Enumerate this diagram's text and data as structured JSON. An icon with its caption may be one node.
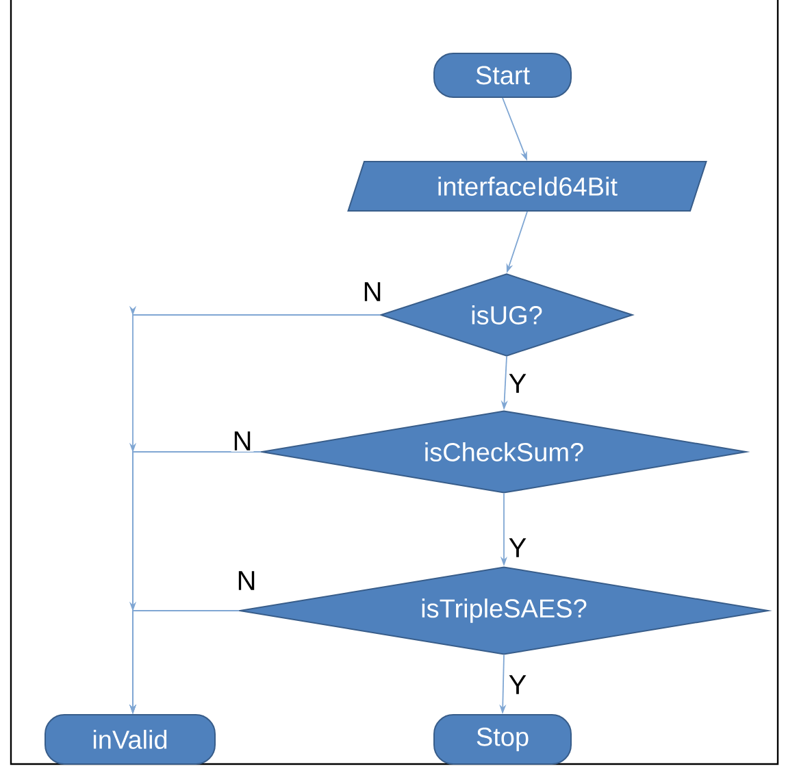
{
  "diagram": {
    "nodes": [
      {
        "text": [
          "Start"
        ]
      },
      {
        "text": [
          "interfaceId64Bit"
        ]
      },
      {
        "text": [
          "isUG?"
        ]
      },
      {
        "text": [
          "isCheckSum?"
        ]
      },
      {
        "text": [
          "isTripleSAES?"
        ]
      },
      {
        "text": [
          "inValid"
        ]
      },
      {
        "text": [
          "Stop"
        ]
      }
    ],
    "edges": [
      {
        "from": 0,
        "to": 1,
        "arrow": "to"
      },
      {
        "from": 1,
        "to": 2,
        "arrow": "to"
      },
      {
        "from": 2,
        "to": 3,
        "arrow": "to",
        "label": "Y"
      },
      {
        "from": 3,
        "to": 4,
        "arrow": "to",
        "label": "Y"
      },
      {
        "from": 4,
        "to": 6,
        "arrow": "to",
        "label": "Y"
      },
      {
        "from": 2,
        "to": 5,
        "arrow": "to",
        "label": "N"
      },
      {
        "from": 3,
        "to": 5,
        "arrow": "to",
        "label": "N"
      },
      {
        "from": 4,
        "to": 5,
        "arrow": "to",
        "label": "N"
      }
    ]
  }
}
